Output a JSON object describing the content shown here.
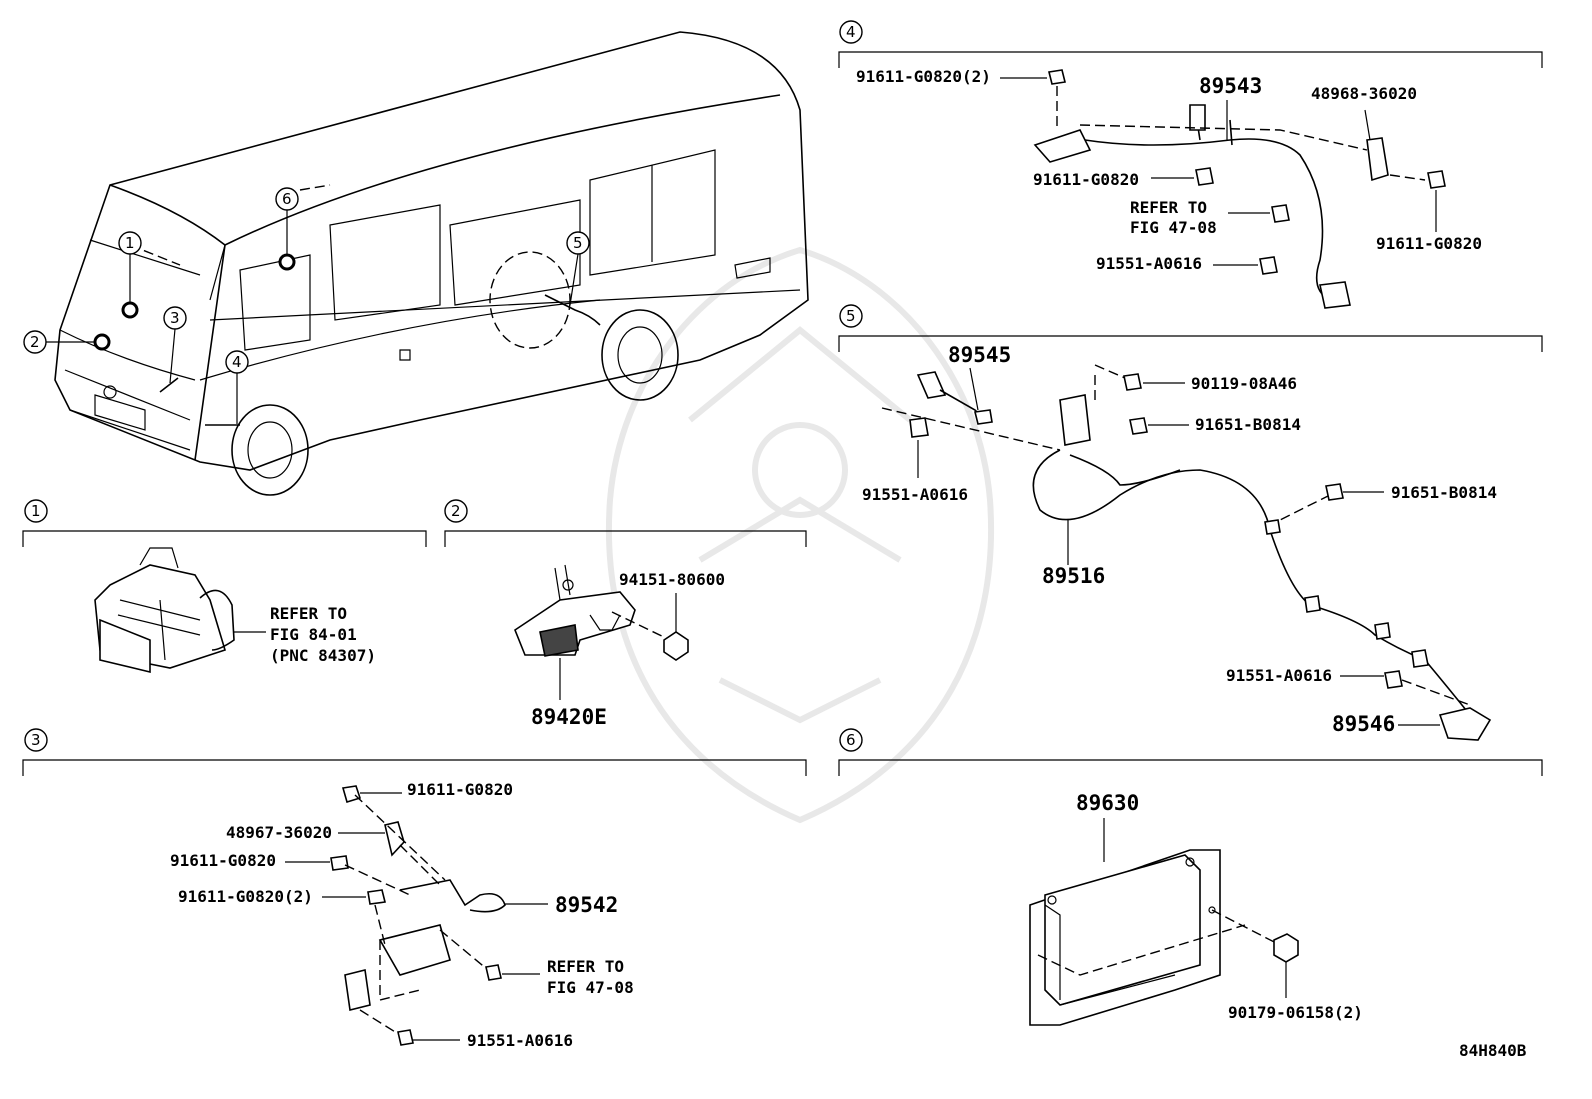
{
  "diagram_code": "84H840B",
  "view_markers": [
    {
      "id": "1"
    },
    {
      "id": "2"
    },
    {
      "id": "3"
    },
    {
      "id": "4"
    },
    {
      "id": "5"
    },
    {
      "id": "6"
    }
  ],
  "sections": [
    {
      "id": "1",
      "parts": [
        {
          "label": "REFER TO"
        },
        {
          "label": "FIG 84-01"
        },
        {
          "label": "(PNC 84307)"
        }
      ]
    },
    {
      "id": "2",
      "parts": [
        {
          "label": "94151-80600"
        },
        {
          "label": "89420E"
        }
      ]
    },
    {
      "id": "3",
      "parts": [
        {
          "label": "91611-G0820"
        },
        {
          "label": "48967-36020"
        },
        {
          "label": "91611-G0820"
        },
        {
          "label": "91611-G0820(2)"
        },
        {
          "label": "89542"
        },
        {
          "label": "REFER TO"
        },
        {
          "label": "FIG 47-08"
        },
        {
          "label": "91551-A0616"
        }
      ]
    },
    {
      "id": "4",
      "parts": [
        {
          "label": "91611-G0820(2)"
        },
        {
          "label": "89543"
        },
        {
          "label": "48968-36020"
        },
        {
          "label": "91611-G0820"
        },
        {
          "label": "REFER TO"
        },
        {
          "label": "FIG 47-08"
        },
        {
          "label": "91611-G0820"
        },
        {
          "label": "91551-A0616"
        }
      ]
    },
    {
      "id": "5",
      "parts": [
        {
          "label": "89545"
        },
        {
          "label": "90119-08A46"
        },
        {
          "label": "91651-B0814"
        },
        {
          "label": "91551-A0616"
        },
        {
          "label": "91651-B0814"
        },
        {
          "label": "89516"
        },
        {
          "label": "91551-A0616"
        },
        {
          "label": "89546"
        }
      ]
    },
    {
      "id": "6",
      "parts": [
        {
          "label": "89630"
        },
        {
          "label": "90179-06158(2)"
        }
      ]
    }
  ]
}
